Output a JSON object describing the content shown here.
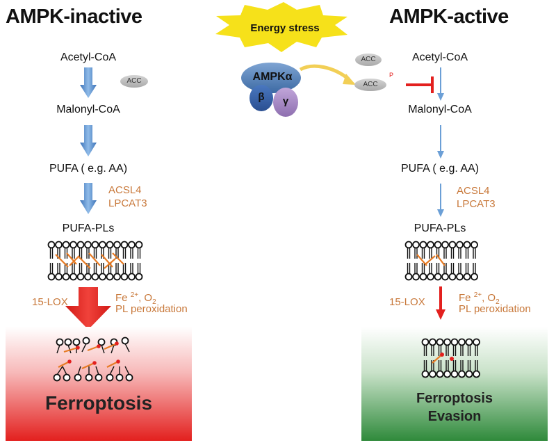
{
  "left": {
    "title": "AMPK-inactive",
    "acetyl": "Acetyl-CoA",
    "acc": "ACC",
    "malonyl": "Malonyl-CoA",
    "pufa": "PUFA ( e.g. AA)",
    "enzyme1": "ACSL4",
    "enzyme2": "LPCAT3",
    "pufa_pls": "PUFA-PLs",
    "lox": "15-LOX",
    "fe_prefix": "Fe ",
    "fe_sup": "2+",
    "fe_mid": ", O",
    "fe_sub": "2",
    "peroxidation": "PL peroxidation",
    "outcome": "Ferroptosis"
  },
  "center": {
    "stress": "Energy stress",
    "ampk": "AMPK",
    "alpha": "α",
    "beta": "β",
    "gamma": "γ"
  },
  "right": {
    "title": "AMPK-active",
    "acc": "ACC",
    "acc_p": "ACC",
    "phospho": "P",
    "acetyl": "Acetyl-CoA",
    "malonyl": "Malonyl-CoA",
    "pufa": "PUFA ( e.g. AA)",
    "enzyme1": "ACSL4",
    "enzyme2": "LPCAT3",
    "pufa_pls": "PUFA-PLs",
    "lox": "15-LOX",
    "fe_prefix": "Fe ",
    "fe_sup": "2+",
    "fe_mid": ", O",
    "fe_sub": "2",
    "peroxidation": "PL peroxidation",
    "outcome_line1": "Ferroptosis",
    "outcome_line2": "Evasion"
  },
  "colors": {
    "blue_arrow": "#6b9fd6",
    "red": "#e3201e",
    "orange": "#c8783a",
    "yellow": "#f6e11a",
    "ampk_blue": "#4f7fb7",
    "gamma_purple": "#a78ac2"
  }
}
